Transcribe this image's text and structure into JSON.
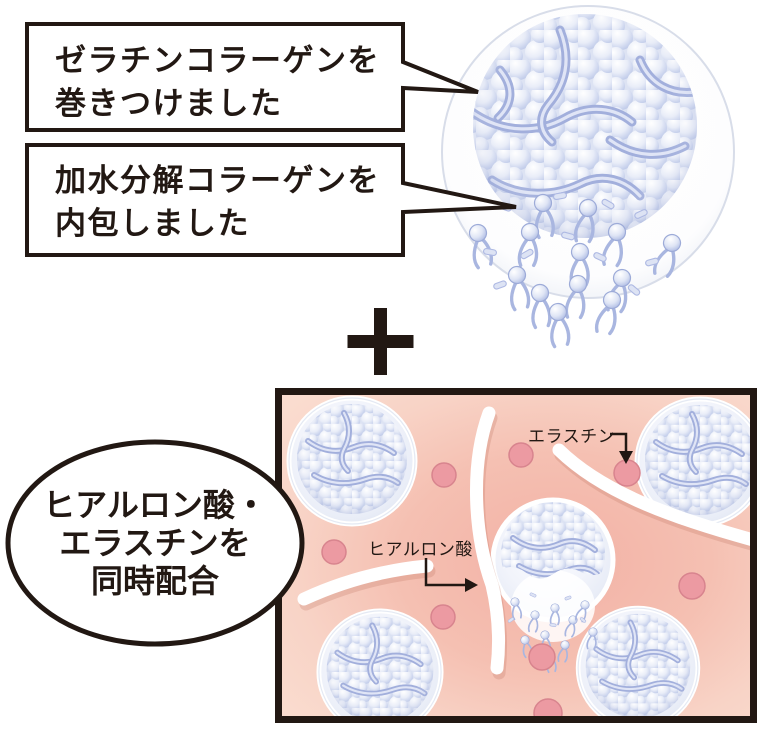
{
  "figure": {
    "callouts": {
      "box1": {
        "line1": "ゼラチンコラーゲンを",
        "line2": "巻きつけました"
      },
      "box2": {
        "line1": "加水分解コラーゲンを",
        "line2": "内包しました"
      }
    },
    "bottom_panel": {
      "label_elastin": "エラスチン",
      "label_hyaluronic": "ヒアルロン酸",
      "bubble": {
        "line1": "ヒアルロン酸・",
        "line2": "エラスチンを",
        "line3": "同時配合"
      }
    },
    "icons": {
      "plus-icon": "＋",
      "arrow-down-icon": "▼",
      "arrow-right-icon": "▶"
    },
    "colors": {
      "ink_black": "#221813",
      "panel_pink_center": "#f2b1a5",
      "panel_pink_edge": "#fadccf",
      "dot_pink": "#ec9aa2",
      "capsule_blue": "#a2afdc",
      "strand_white": "#ffffff"
    }
  }
}
